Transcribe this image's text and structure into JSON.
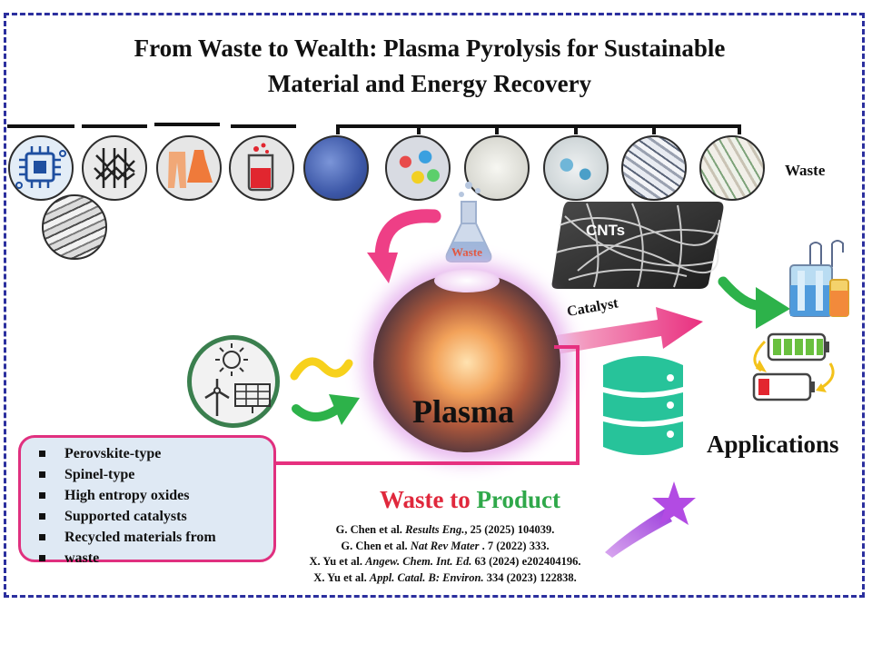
{
  "title": {
    "line1": "From Waste to Wealth: Plasma Pyrolysis for Sustainable",
    "line2": "Material and Energy Recovery"
  },
  "labels": {
    "waste": "Waste",
    "flask_waste": "Waste",
    "cnts": "CNTs",
    "catalyst": "Catalyst",
    "plasma": "Plasma",
    "applications": "Applications"
  },
  "catalyst_types": [
    "Perovskite-type",
    "Spinel-type",
    "High entropy oxides",
    "Supported catalysts",
    "Recycled materials from",
    "waste"
  ],
  "waste_to_product": {
    "waste": "Waste",
    "to": "to",
    "product": "Product"
  },
  "references": [
    {
      "authors": "G. Chen et al.",
      "journal": "Results Eng.",
      "rest": ", 25 (2025) 104039."
    },
    {
      "authors": "G. Chen et al.",
      "journal": "Nat Rev Mater",
      "rest": " . 7 (2022) 333."
    },
    {
      "authors": "X. Yu et al.",
      "journal": "Angew. Chem. Int. Ed.",
      "rest": " 63 (2024) e202404196."
    },
    {
      "authors": "X. Yu et al.",
      "journal": "Appl. Catal. B: Environ.",
      "rest": " 334 (2023) 122838."
    }
  ],
  "colors": {
    "frame": "#2b2f9e",
    "legend_border": "#e0307f",
    "legend_fill": "#dfe9f4",
    "waste_red": "#e0283c",
    "product_green": "#2fa84a",
    "pink_arrow": "#ee3f86",
    "green_arrow": "#2db24a",
    "database": "#27c39a",
    "renewable_circle": "#3a7f4e"
  },
  "icons": [
    "circuit-board-icon",
    "textile-fiber-icon",
    "clothing-icon",
    "beaker-icon",
    "plastic-waste-photo",
    "bottle-caps-photo",
    "white-flakes-photo",
    "blue-flakes-photo",
    "shredded-plastic-photo",
    "mixed-plastic-photo",
    "metal-mesh-photo",
    "sun-icon",
    "wind-turbine-icon",
    "solar-panel-icon",
    "flask-icon",
    "database-icon",
    "battery-icon",
    "reactor-icon",
    "shooting-star-icon"
  ]
}
